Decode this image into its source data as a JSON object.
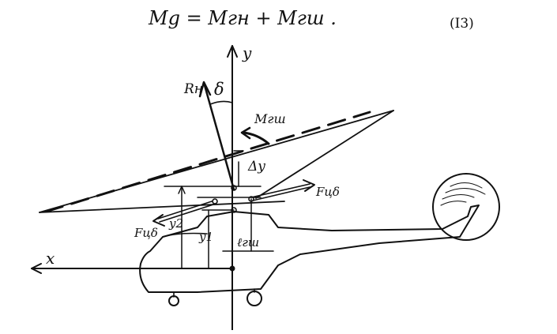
{
  "formula": {
    "text": "Mg = Mгн + Mгш .",
    "number": "(I3)"
  },
  "labels": {
    "y_axis": "y",
    "x_axis": "x",
    "rotor_thrust": "Rн",
    "tilt_angle": "δ",
    "hub_moment": "Mгш",
    "delta_y": "Δy",
    "hinge_force_right": "Fцδ",
    "hinge_force_left": "Fцδ",
    "height_y2": "y2",
    "height_y1": "y1",
    "hinge_offset": "ℓгш"
  }
}
